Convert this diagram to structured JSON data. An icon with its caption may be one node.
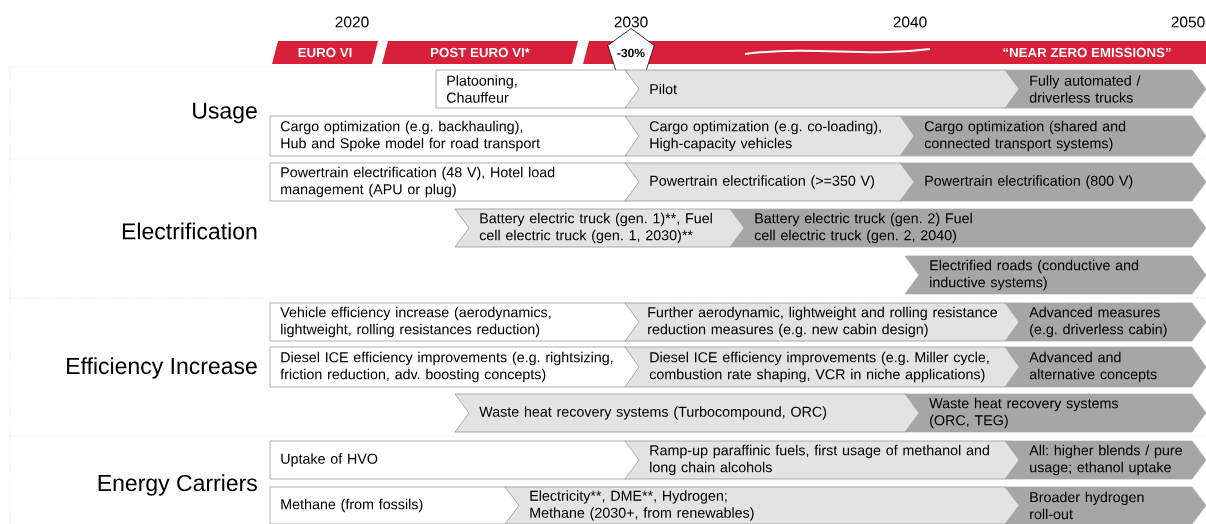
{
  "diagram": {
    "nodes": [
      {
        "text": [
          "EURO VI"
        ]
      },
      {
        "text": [
          "POST EURO VI*"
        ]
      },
      {
        "text": [
          "“NEAR ZERO EMISSIONS”"
        ]
      },
      {
        "text": [
          "-30%"
        ]
      },
      {
        "text": [
          "Platooning, Chauffeur"
        ]
      },
      {
        "text": [
          "Pilot"
        ]
      },
      {
        "text": [
          "Fully automated / driverless trucks"
        ]
      },
      {
        "text": [
          "Cargo optimization (e.g. backhauling), Hub and Spoke model for road transport"
        ]
      },
      {
        "text": [
          "Cargo optimization (e.g. co-loading), High-capacity vehicles"
        ]
      },
      {
        "text": [
          "Cargo optimization (shared and connected transport systems)"
        ]
      },
      {
        "text": [
          "Powertrain electrification (48 V), Hotel load management (APU or plug)"
        ]
      },
      {
        "text": [
          "Powertrain electrification (>=350 V)"
        ]
      },
      {
        "text": [
          "Powertrain electrification (800 V)"
        ]
      },
      {
        "text": [
          "Battery electric truck (gen. 1)**, Fuel cell electric truck (gen. 1, 2030)**"
        ]
      },
      {
        "text": [
          "Battery electric truck (gen. 2) Fuel cell electric truck (gen. 2, 2040)"
        ]
      },
      {
        "text": [
          "Electrified roads (conductive and inductive systems)"
        ]
      },
      {
        "text": [
          "Vehicle efficiency increase (aerodynamics, lightweight, rolling resistances reduction)"
        ]
      },
      {
        "text": [
          "Further aerodynamic, lightweight and rolling resistance reduction measures (e.g. new cabin design)"
        ]
      },
      {
        "text": [
          "Advanced measures (e.g. driverless cabin)"
        ]
      },
      {
        "text": [
          "Diesel ICE efficiency improvements (e.g. rightsizing, friction reduction, adv. boosting concepts)"
        ]
      },
      {
        "text": [
          "Diesel ICE efficiency improvements (e.g. Miller cycle, combustion rate shaping, VCR in niche applications)"
        ]
      },
      {
        "text": [
          "Advanced and alternative concepts"
        ]
      },
      {
        "text": [
          "Waste heat recovery systems (Turbocompound, ORC)"
        ]
      },
      {
        "text": [
          "Waste heat recovery systems (ORC, TEG)"
        ]
      },
      {
        "text": [
          "Uptake of HVO"
        ]
      },
      {
        "text": [
          "Ramp-up paraffinic fuels, first usage of methanol and long chain alcohols"
        ]
      },
      {
        "text": [
          "All: higher blends / pure usage; ethanol uptake"
        ]
      },
      {
        "text": [
          "Methane (from fossils)"
        ]
      },
      {
        "text": [
          "Electricity**, DME**, Hydrogen; Methane (2030+, from renewables)"
        ]
      },
      {
        "text": [
          "Broader hydrogen roll-out"
        ]
      }
    ],
    "labels": [
      "2020",
      "2030",
      "2040",
      "2050",
      "Usage",
      "Electrification",
      "Efficiency Increase",
      "Energy Carriers"
    ]
  }
}
